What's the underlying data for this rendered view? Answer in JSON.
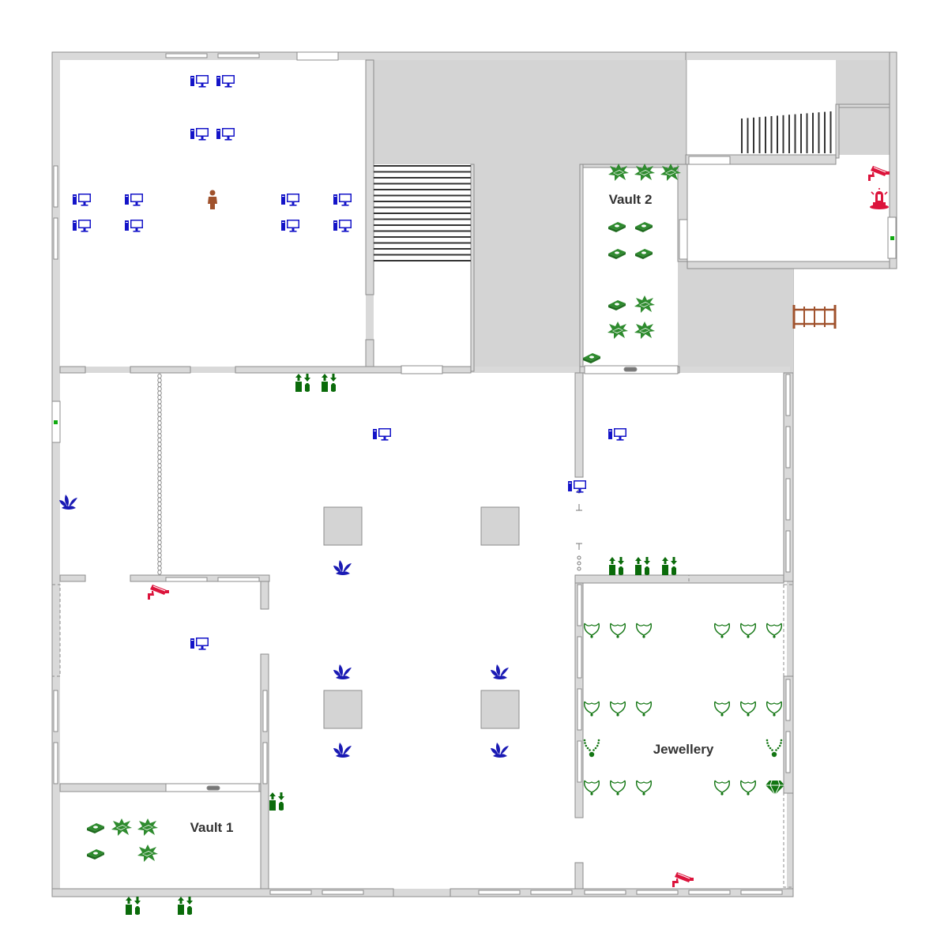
{
  "labels": {
    "vault1": "Vault 1",
    "vault2": "Vault 2",
    "jewellery": "Jewellery"
  },
  "colors": {
    "wall": "#d9d9d9",
    "wall_stroke": "#8c8c8c",
    "floor": "#ffffff",
    "corridor": "#d4d4d4",
    "computer": "#1414c8",
    "plant": "#1a1ab4",
    "money": "#2e8b2e",
    "jewel": "#137613",
    "camera": "#dc143c",
    "person": "#a0522d",
    "ladder": "#a0522d",
    "sensor": "#0a7a0a"
  },
  "icons": {
    "computer": "computer-icon",
    "plant": "plant-icon",
    "money": "money-stack-icon",
    "star_money": "money-bundle-icon",
    "necklace": "necklace-icon",
    "pearl_necklace": "pearl-necklace-icon",
    "diamond": "diamond-icon",
    "camera": "security-camera-icon",
    "alarm": "alarm-siren-icon",
    "person": "person-icon",
    "ladder": "ladder-icon",
    "access_sensor": "access-sensor-icon"
  }
}
